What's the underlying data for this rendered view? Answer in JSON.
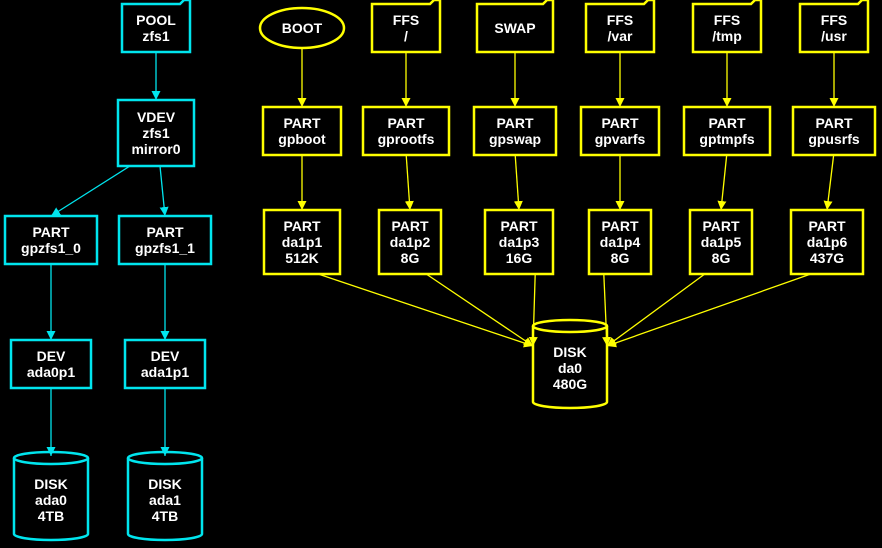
{
  "colors": {
    "background": "#000000",
    "zfs": "#00e5ee",
    "ufs": "#ffff00",
    "text": "#ffffff"
  },
  "nodes": [
    {
      "id": "pool",
      "shape": "folder",
      "color": "zfs",
      "lines": [
        "POOL",
        "zfs1"
      ]
    },
    {
      "id": "vdev",
      "shape": "box",
      "color": "zfs",
      "lines": [
        "VDEV",
        "zfs1",
        "mirror0"
      ]
    },
    {
      "id": "gpzfs1_0",
      "shape": "box",
      "color": "zfs",
      "lines": [
        "PART",
        "gpzfs1_0"
      ]
    },
    {
      "id": "gpzfs1_1",
      "shape": "box",
      "color": "zfs",
      "lines": [
        "PART",
        "gpzfs1_1"
      ]
    },
    {
      "id": "ada0p1",
      "shape": "box",
      "color": "zfs",
      "lines": [
        "DEV",
        "ada0p1"
      ]
    },
    {
      "id": "ada1p1",
      "shape": "box",
      "color": "zfs",
      "lines": [
        "DEV",
        "ada1p1"
      ]
    },
    {
      "id": "ada0",
      "shape": "cylinder",
      "color": "zfs",
      "lines": [
        "DISK",
        "ada0",
        "4TB"
      ]
    },
    {
      "id": "ada1",
      "shape": "cylinder",
      "color": "zfs",
      "lines": [
        "DISK",
        "ada1",
        "4TB"
      ]
    },
    {
      "id": "boot",
      "shape": "ellipse",
      "color": "ufs",
      "lines": [
        "BOOT"
      ]
    },
    {
      "id": "ffs_root",
      "shape": "folder",
      "color": "ufs",
      "lines": [
        "FFS",
        "/"
      ]
    },
    {
      "id": "swap",
      "shape": "folder",
      "color": "ufs",
      "lines": [
        "SWAP"
      ]
    },
    {
      "id": "ffs_var",
      "shape": "folder",
      "color": "ufs",
      "lines": [
        "FFS",
        "/var"
      ]
    },
    {
      "id": "ffs_tmp",
      "shape": "folder",
      "color": "ufs",
      "lines": [
        "FFS",
        "/tmp"
      ]
    },
    {
      "id": "ffs_usr",
      "shape": "folder",
      "color": "ufs",
      "lines": [
        "FFS",
        "/usr"
      ]
    },
    {
      "id": "gpboot",
      "shape": "box",
      "color": "ufs",
      "lines": [
        "PART",
        "gpboot"
      ]
    },
    {
      "id": "gprootfs",
      "shape": "box",
      "color": "ufs",
      "lines": [
        "PART",
        "gprootfs"
      ]
    },
    {
      "id": "gpswap",
      "shape": "box",
      "color": "ufs",
      "lines": [
        "PART",
        "gpswap"
      ]
    },
    {
      "id": "gpvarfs",
      "shape": "box",
      "color": "ufs",
      "lines": [
        "PART",
        "gpvarfs"
      ]
    },
    {
      "id": "gptmpfs",
      "shape": "box",
      "color": "ufs",
      "lines": [
        "PART",
        "gptmpfs"
      ]
    },
    {
      "id": "gpusrfs",
      "shape": "box",
      "color": "ufs",
      "lines": [
        "PART",
        "gpusrfs"
      ]
    },
    {
      "id": "da0p1",
      "shape": "box",
      "color": "ufs",
      "lines": [
        "PART",
        "da1p1",
        "512K"
      ]
    },
    {
      "id": "da0p2",
      "shape": "box",
      "color": "ufs",
      "lines": [
        "PART",
        "da1p2",
        "8G"
      ]
    },
    {
      "id": "da0p3",
      "shape": "box",
      "color": "ufs",
      "lines": [
        "PART",
        "da1p3",
        "16G"
      ]
    },
    {
      "id": "da0p4",
      "shape": "box",
      "color": "ufs",
      "lines": [
        "PART",
        "da1p4",
        "8G"
      ]
    },
    {
      "id": "da0p5",
      "shape": "box",
      "color": "ufs",
      "lines": [
        "PART",
        "da1p5",
        "8G"
      ]
    },
    {
      "id": "da0p6",
      "shape": "box",
      "color": "ufs",
      "lines": [
        "PART",
        "da1p6",
        "437G"
      ]
    },
    {
      "id": "da0",
      "shape": "cylinder",
      "color": "ufs",
      "lines": [
        "DISK",
        "da0",
        "480G"
      ]
    }
  ],
  "edges": [
    [
      "pool",
      "vdev"
    ],
    [
      "vdev",
      "gpzfs1_0"
    ],
    [
      "vdev",
      "gpzfs1_1"
    ],
    [
      "gpzfs1_0",
      "ada0p1"
    ],
    [
      "gpzfs1_1",
      "ada1p1"
    ],
    [
      "ada0p1",
      "ada0"
    ],
    [
      "ada1p1",
      "ada1"
    ],
    [
      "boot",
      "gpboot"
    ],
    [
      "ffs_root",
      "gprootfs"
    ],
    [
      "swap",
      "gpswap"
    ],
    [
      "ffs_var",
      "gpvarfs"
    ],
    [
      "ffs_tmp",
      "gptmpfs"
    ],
    [
      "ffs_usr",
      "gpusrfs"
    ],
    [
      "gpboot",
      "da0p1"
    ],
    [
      "gprootfs",
      "da0p2"
    ],
    [
      "gpswap",
      "da0p3"
    ],
    [
      "gpvarfs",
      "da0p4"
    ],
    [
      "gptmpfs",
      "da0p5"
    ],
    [
      "gpusrfs",
      "da0p6"
    ],
    [
      "da0p1",
      "da0"
    ],
    [
      "da0p2",
      "da0"
    ],
    [
      "da0p3",
      "da0"
    ],
    [
      "da0p4",
      "da0"
    ],
    [
      "da0p5",
      "da0"
    ],
    [
      "da0p6",
      "da0"
    ]
  ]
}
